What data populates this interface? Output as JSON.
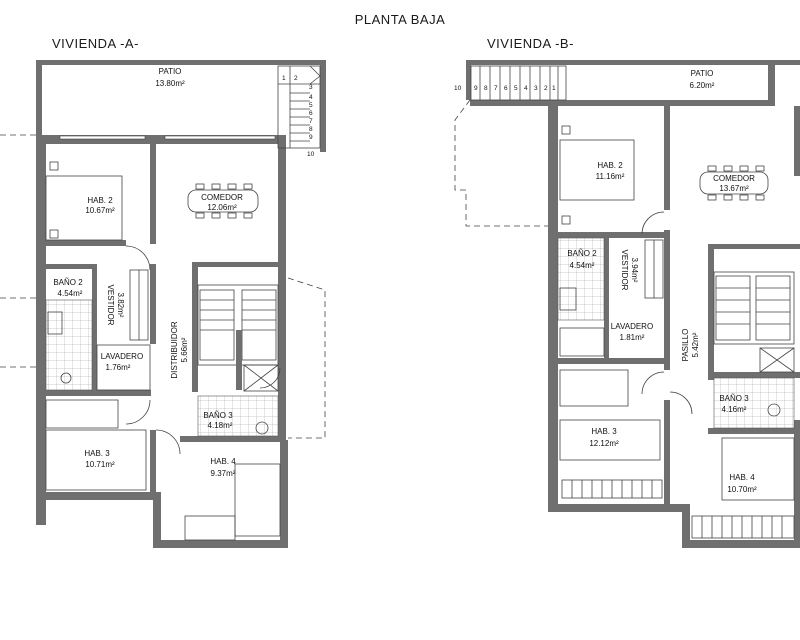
{
  "plan_title": "PLANTA BAJA",
  "units": [
    {
      "name": "VIVIENDA -A-",
      "rooms": [
        {
          "id": "patio",
          "label": "PATIO",
          "area": "13.80m²"
        },
        {
          "id": "hab2",
          "label": "HAB. 2",
          "area": "10.67m²"
        },
        {
          "id": "comedor",
          "label": "COMEDOR",
          "area": "12.06m²"
        },
        {
          "id": "bano2",
          "label": "BAÑO 2",
          "area": "4.54m²"
        },
        {
          "id": "vestidor",
          "label": "VESTIDOR",
          "area": "3.82m²"
        },
        {
          "id": "lavadero",
          "label": "LAVADERO",
          "area": "1.76m²"
        },
        {
          "id": "distribuidor",
          "label": "DISTRIBUIDOR",
          "area": "5.66m²"
        },
        {
          "id": "bano3",
          "label": "BAÑO 3",
          "area": "4.18m²"
        },
        {
          "id": "hab3",
          "label": "HAB. 3",
          "area": "10.71m²"
        },
        {
          "id": "hab4",
          "label": "HAB. 4",
          "area": "9.37m²"
        }
      ],
      "stair_steps": [
        "1",
        "2",
        "3",
        "4",
        "5",
        "6",
        "7",
        "8",
        "9",
        "10"
      ]
    },
    {
      "name": "VIVIENDA -B-",
      "rooms": [
        {
          "id": "patio",
          "label": "PATIO",
          "area": "6.20m²"
        },
        {
          "id": "hab2",
          "label": "HAB. 2",
          "area": "11.16m²"
        },
        {
          "id": "comedor",
          "label": "COMEDOR",
          "area": "13.67m²"
        },
        {
          "id": "bano2",
          "label": "BAÑO 2",
          "area": "4.54m²"
        },
        {
          "id": "vestidor",
          "label": "VESTIDOR",
          "area": "3.94m²"
        },
        {
          "id": "lavadero",
          "label": "LAVADERO",
          "area": "1.81m²"
        },
        {
          "id": "pasillo",
          "label": "PASILLO",
          "area": "5.42m²"
        },
        {
          "id": "hab3",
          "label": "HAB. 3",
          "area": "12.12m²"
        },
        {
          "id": "bano3",
          "label": "BAÑO 3",
          "area": "4.16m²"
        },
        {
          "id": "hab4",
          "label": "HAB. 4",
          "area": "10.70m²"
        }
      ],
      "stair_steps": [
        "10",
        "9",
        "8",
        "7",
        "6",
        "5",
        "4",
        "3",
        "2",
        "1"
      ]
    }
  ]
}
